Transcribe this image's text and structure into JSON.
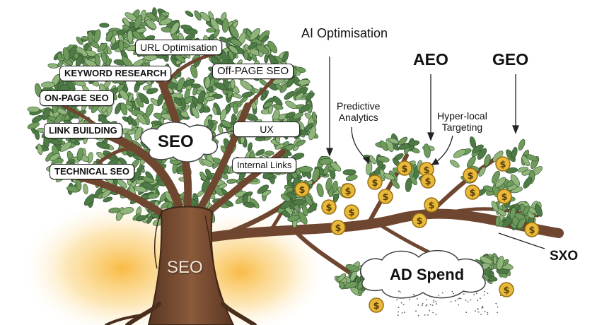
{
  "colors": {
    "leaf_dark": "#4d7a45",
    "leaf_mid": "#6e9b5c",
    "leaf_light": "#8fb57a",
    "bark": "#7a4e33",
    "bark_dark": "#4a2e1d",
    "glow": "#f6b23a",
    "coin": "#e8b93a",
    "coin_edge": "#9a6e12"
  },
  "icons": {
    "coin": "dollar-coin-icon",
    "arrow": "arrow-down-icon"
  },
  "canopy_labels": {
    "url_optimisation": "URL Optimisation",
    "keyword_research": "KEYWORD RESEARCH",
    "off_page_seo": "Off-PAGE SEO",
    "on_page_seo": "ON-PAGE SEO",
    "link_building": "LINK BUILDING",
    "ux": "UX",
    "internal_links": "Internal Links",
    "technical_seo": "TECHNICAL SEO",
    "seo_cloud": "SEO"
  },
  "trunk_label": "SEO",
  "branch_labels": {
    "ai_optimisation": "AI Optimisation",
    "aeo": "AEO",
    "geo": "GEO",
    "predictive_analytics": "Predictive\nAnalytics",
    "hyper_local_targeting": "Hyper-local\nTargeting",
    "sxo": "SXO",
    "ad_spend": "AD Spend"
  }
}
